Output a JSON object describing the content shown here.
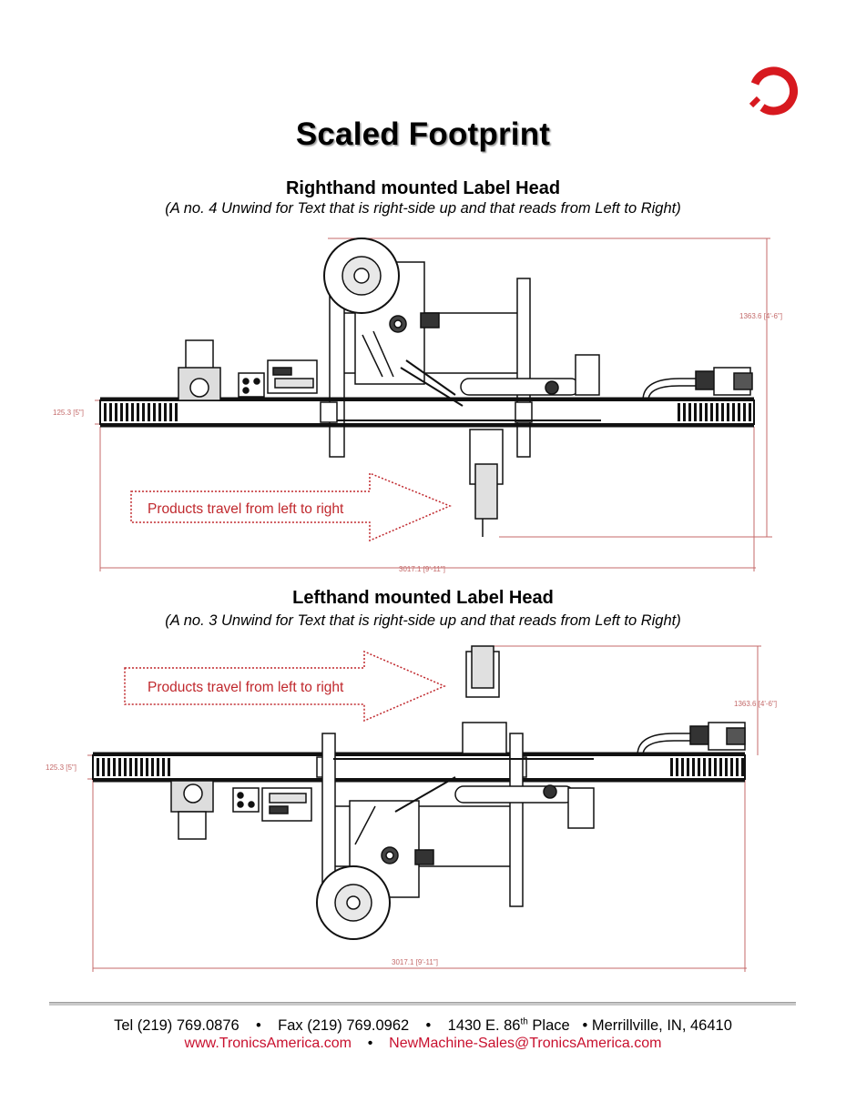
{
  "title": "Scaled Footprint",
  "righthand": {
    "heading": "Righthand mounted Label Head",
    "subtitle": "(A no. 4 Unwind for Text that is right-side up and that reads from Left to Right)",
    "arrow_text": "Products travel from left to right",
    "dim_height": "1363.6 [4'-6\"]",
    "dim_conveyor": "125.3 [5\"]",
    "dim_width": "3017.1 [9'-11\"]"
  },
  "lefthand": {
    "heading": "Lefthand mounted Label Head",
    "subtitle": "(A no. 3 Unwind for Text that is right-side up and that reads from Left to Right)",
    "arrow_text": "Products travel from left to right",
    "dim_height": "1363.6 [4'-6\"]",
    "dim_conveyor": "125.3 [5\"]",
    "dim_width": "3017.1 [9'-11\"]"
  },
  "footer": {
    "tel": "Tel (219) 769.0876",
    "fax": "Fax (219) 769.0962",
    "address_pre": "1430 E. 86",
    "address_sup": "th",
    "address_post": " Place",
    "city": "Merrillville, IN, 46410",
    "separator": "•",
    "website": "www.TronicsAmerica.com",
    "email": "NewMachine-Sales@TronicsAmerica.com"
  },
  "colors": {
    "accent_red": "#c8102e",
    "arrow_red": "#c0282d",
    "dim_line": "#c46a6a"
  }
}
